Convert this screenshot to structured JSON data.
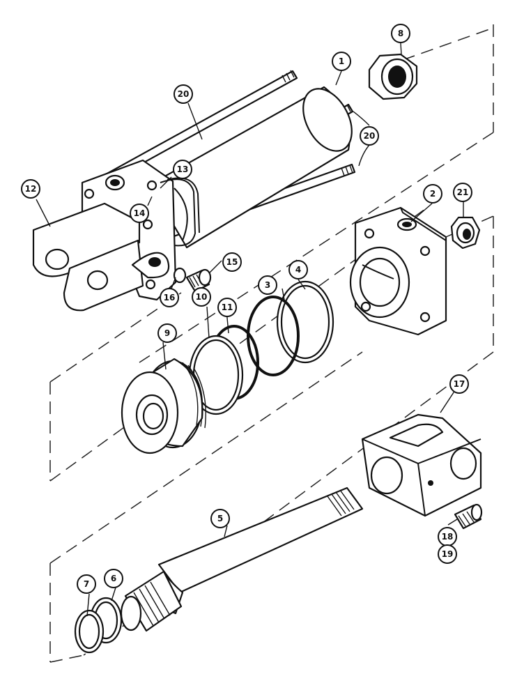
{
  "callouts": [
    {
      "id": "1",
      "label": "1"
    },
    {
      "id": "2",
      "label": "2"
    },
    {
      "id": "3",
      "label": "3"
    },
    {
      "id": "4",
      "label": "4"
    },
    {
      "id": "5",
      "label": "5"
    },
    {
      "id": "6",
      "label": "6"
    },
    {
      "id": "7",
      "label": "7"
    },
    {
      "id": "8",
      "label": "8"
    },
    {
      "id": "9",
      "label": "9"
    },
    {
      "id": "10",
      "label": "10"
    },
    {
      "id": "11",
      "label": "11"
    },
    {
      "id": "12",
      "label": "12"
    },
    {
      "id": "13",
      "label": "13"
    },
    {
      "id": "14",
      "label": "14"
    },
    {
      "id": "15",
      "label": "15"
    },
    {
      "id": "16",
      "label": "16"
    },
    {
      "id": "17",
      "label": "17"
    },
    {
      "id": "18",
      "label": "18"
    },
    {
      "id": "19",
      "label": "19"
    },
    {
      "id": "20a",
      "label": "20"
    },
    {
      "id": "20b",
      "label": "20"
    },
    {
      "id": "21",
      "label": "21"
    }
  ]
}
